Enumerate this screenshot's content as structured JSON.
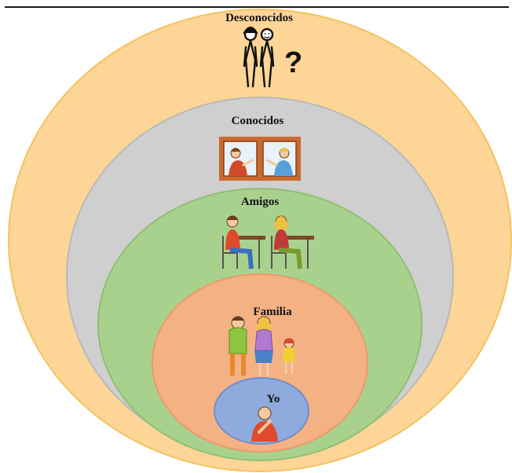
{
  "diagram": {
    "rings": [
      {
        "id": "strangers",
        "label": "Desconocidos",
        "fill": "#fcd597",
        "stroke": "#f3c35f"
      },
      {
        "id": "acquaintances",
        "label": "Conocidos",
        "fill": "#cfcfcf",
        "stroke": "#b9b9b9"
      },
      {
        "id": "friends",
        "label": "Amigos",
        "fill": "#a9d18e",
        "stroke": "#8fbf72"
      },
      {
        "id": "family",
        "label": "Familia",
        "fill": "#f4b183",
        "stroke": "#ec9a68"
      },
      {
        "id": "self",
        "label": "Yo",
        "fill": "#8faadc",
        "stroke": "#6f8fcc"
      }
    ],
    "unknown_symbol": "?"
  }
}
